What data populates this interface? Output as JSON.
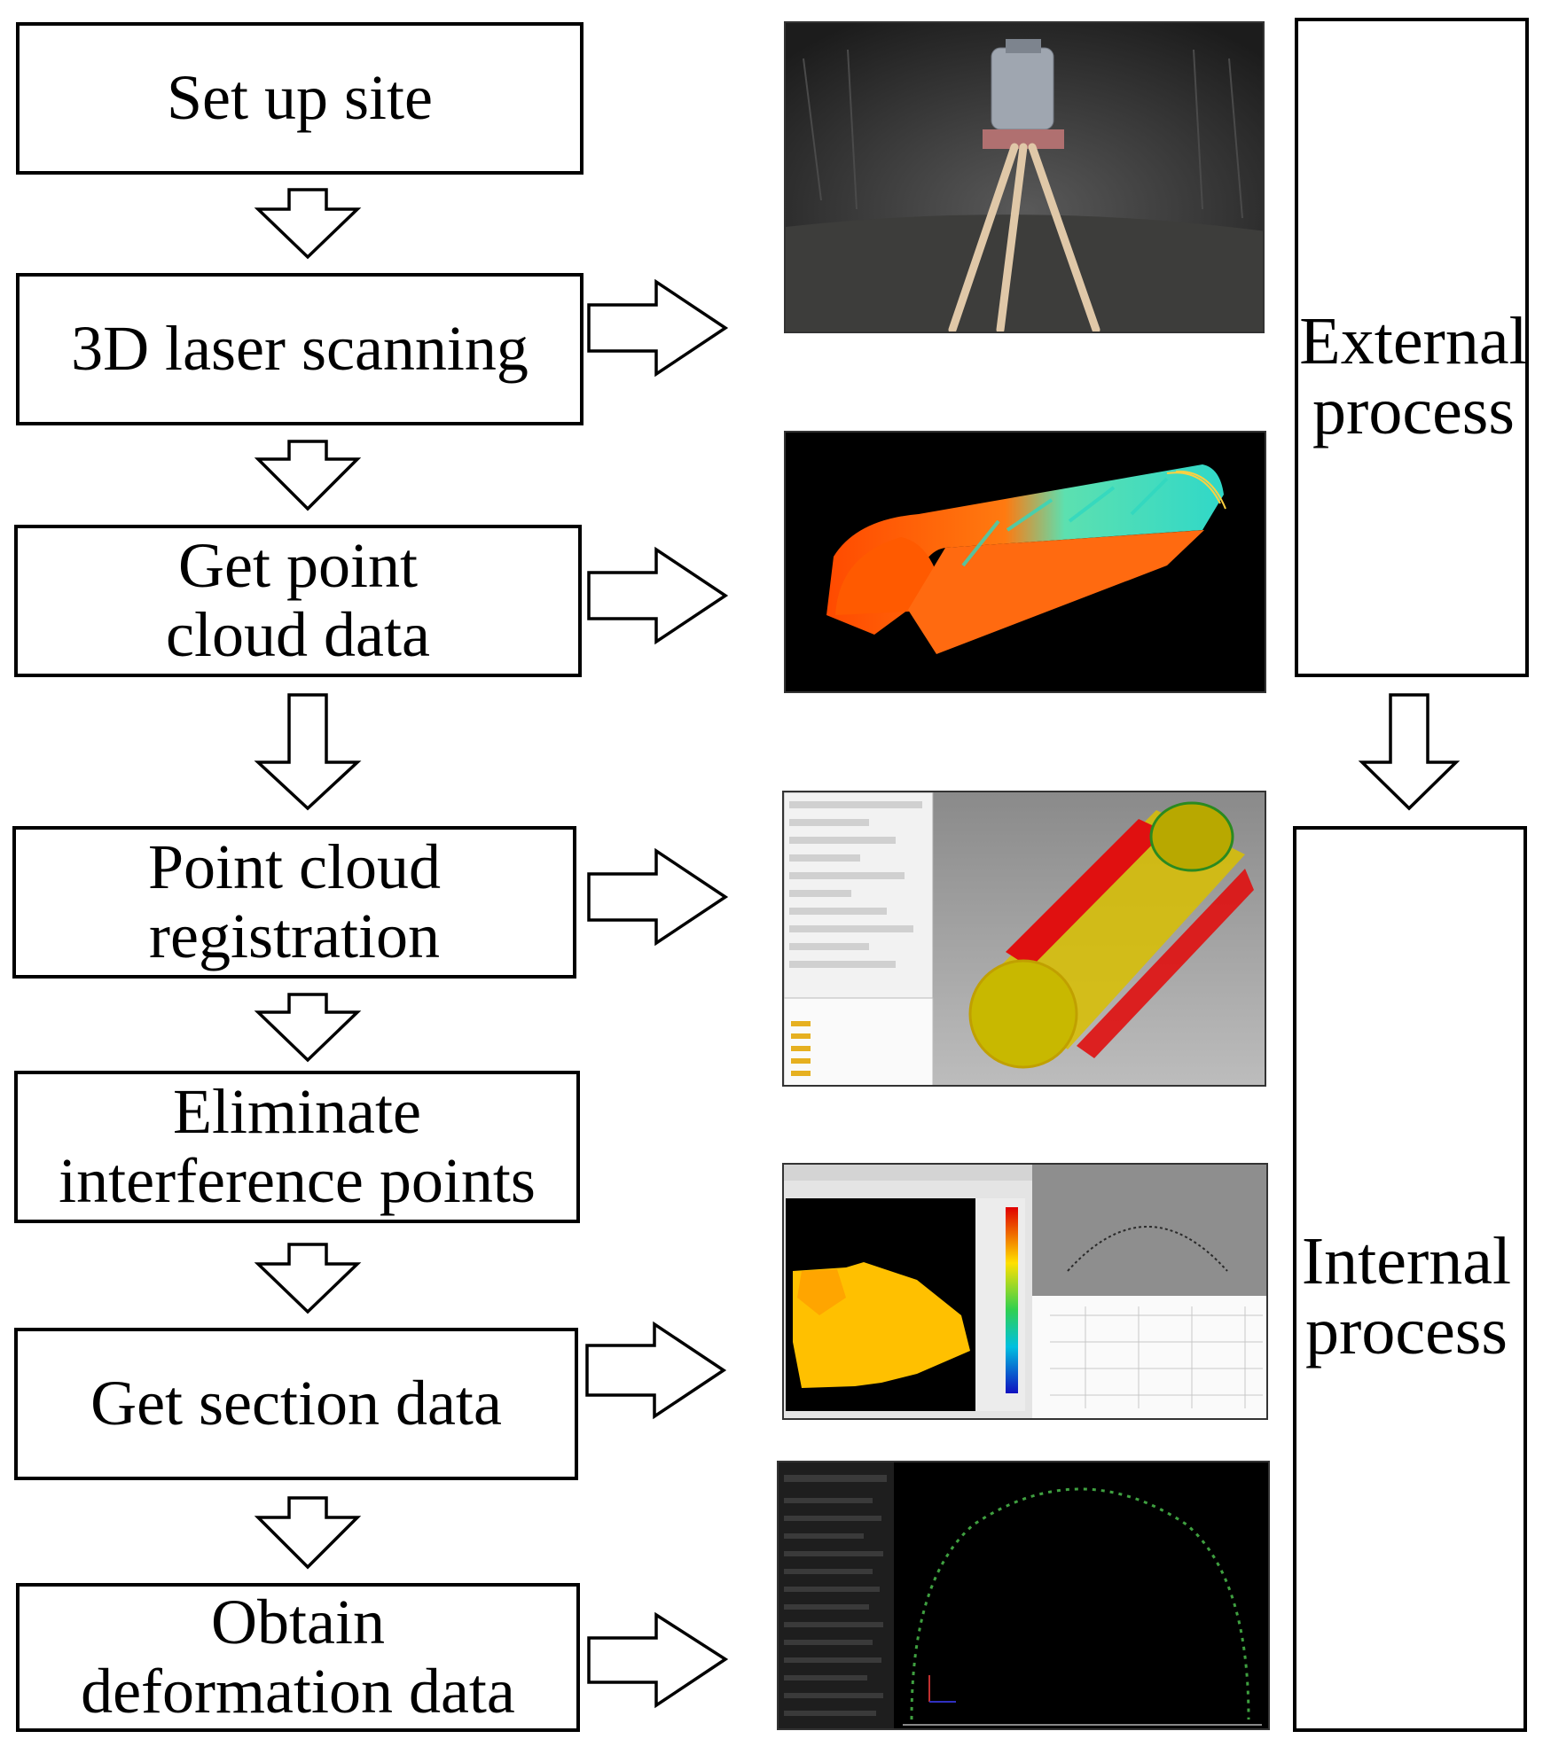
{
  "steps": [
    {
      "lines": [
        "Set up site"
      ]
    },
    {
      "lines": [
        "3D laser scanning"
      ]
    },
    {
      "lines": [
        "Get point",
        "cloud data"
      ]
    },
    {
      "lines": [
        "Point cloud",
        "registration"
      ]
    },
    {
      "lines": [
        "Eliminate",
        "interference points"
      ]
    },
    {
      "lines": [
        "Get section data"
      ]
    },
    {
      "lines": [
        "Obtain",
        "deformation data"
      ]
    }
  ],
  "phases": {
    "external": {
      "line1": "External",
      "line2": "process"
    },
    "internal": {
      "line1": "Internal",
      "line2": "process"
    }
  },
  "panels": [
    "laser-scanner-photo",
    "tunnel-point-cloud",
    "registration-software-view",
    "section-extraction-view",
    "deformation-profile-view"
  ],
  "colors": {
    "stroke": "#000000",
    "cloud_orange": "#ff6a00",
    "cloud_cyan": "#35e0c0",
    "model_yellow": "#d8b400",
    "model_red": "#e01010"
  }
}
